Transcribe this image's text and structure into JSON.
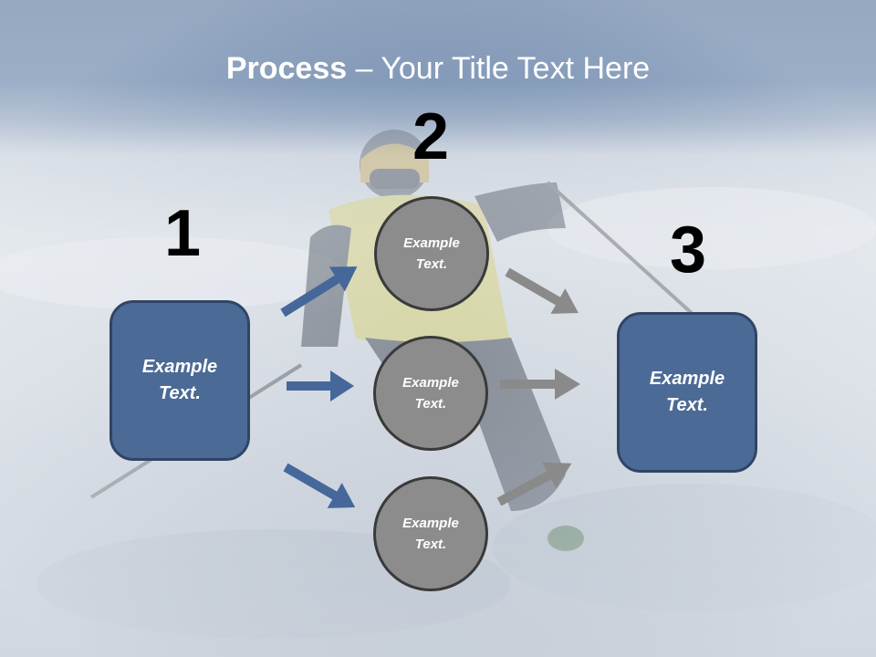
{
  "slide": {
    "title_bold": "Process",
    "title_rest": " – Your Title Text Here",
    "colors": {
      "box_fill": "#4c6a96",
      "box_border": "#2f4566",
      "circle_fill": "#8c8c8c",
      "circle_border": "#3a3a3a",
      "arrow_blue": "#46679a",
      "arrow_gray": "#8a8a8a"
    },
    "steps": [
      {
        "number": "1",
        "line1": "Example",
        "line2": "Text."
      },
      {
        "number": "2",
        "line1": "Example",
        "line2": "Text."
      },
      {
        "number": "3",
        "line1": "Example",
        "line2": "Text."
      }
    ],
    "circles": [
      {
        "line1": "Example",
        "line2": "Text."
      },
      {
        "line1": "Example",
        "line2": "Text."
      },
      {
        "line1": "Example",
        "line2": "Text."
      }
    ],
    "background_image": "skier on snowy slope"
  }
}
